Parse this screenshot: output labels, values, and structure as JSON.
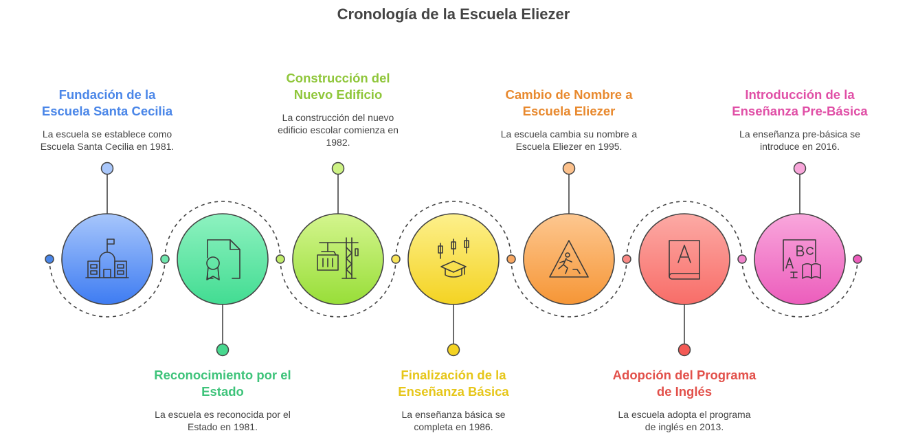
{
  "title": "Cronología de la Escuela Eliezer",
  "events": [
    {
      "title": "Fundación de la\nEscuela Santa Cecilia",
      "description": "La escuela se establece como\nEscuela Santa Cecilia en 1981.",
      "color": "#4a86e8",
      "icon": "school-icon"
    },
    {
      "title": "Reconocimiento por el\nEstado",
      "description": "La escuela es reconocida por el\nEstado en 1981.",
      "color": "#3ec37a",
      "icon": "certificate-icon"
    },
    {
      "title": "Construcción del\nNuevo Edificio",
      "description": "La construcción del nuevo\nedificio escolar comienza en\n1982.",
      "color": "#8fc63a",
      "icon": "construction-crane-icon"
    },
    {
      "title": "Finalización de la\nEnseñanza Básica",
      "description": "La enseñanza básica se\ncompleta en 1986.",
      "color": "#e6c619",
      "icon": "graduation-cap-icon"
    },
    {
      "title": "Cambio de Nombre a\nEscuela Eliezer",
      "description": "La escuela cambia su nombre a\nEscuela Eliezer en 1995.",
      "color": "#e8892e",
      "icon": "caution-sign-icon"
    },
    {
      "title": "Adopción del Programa\nde Inglés",
      "description": "La escuela adopta el programa\nde inglés en 2013.",
      "color": "#e2504a",
      "icon": "english-book-icon"
    },
    {
      "title": "Introducción de la\nEnseñanza Pre-Básica",
      "description": "La enseñanza pre-básica se\nintroduce en 2016.",
      "color": "#e04fa6",
      "icon": "abc-book-icon"
    }
  ]
}
